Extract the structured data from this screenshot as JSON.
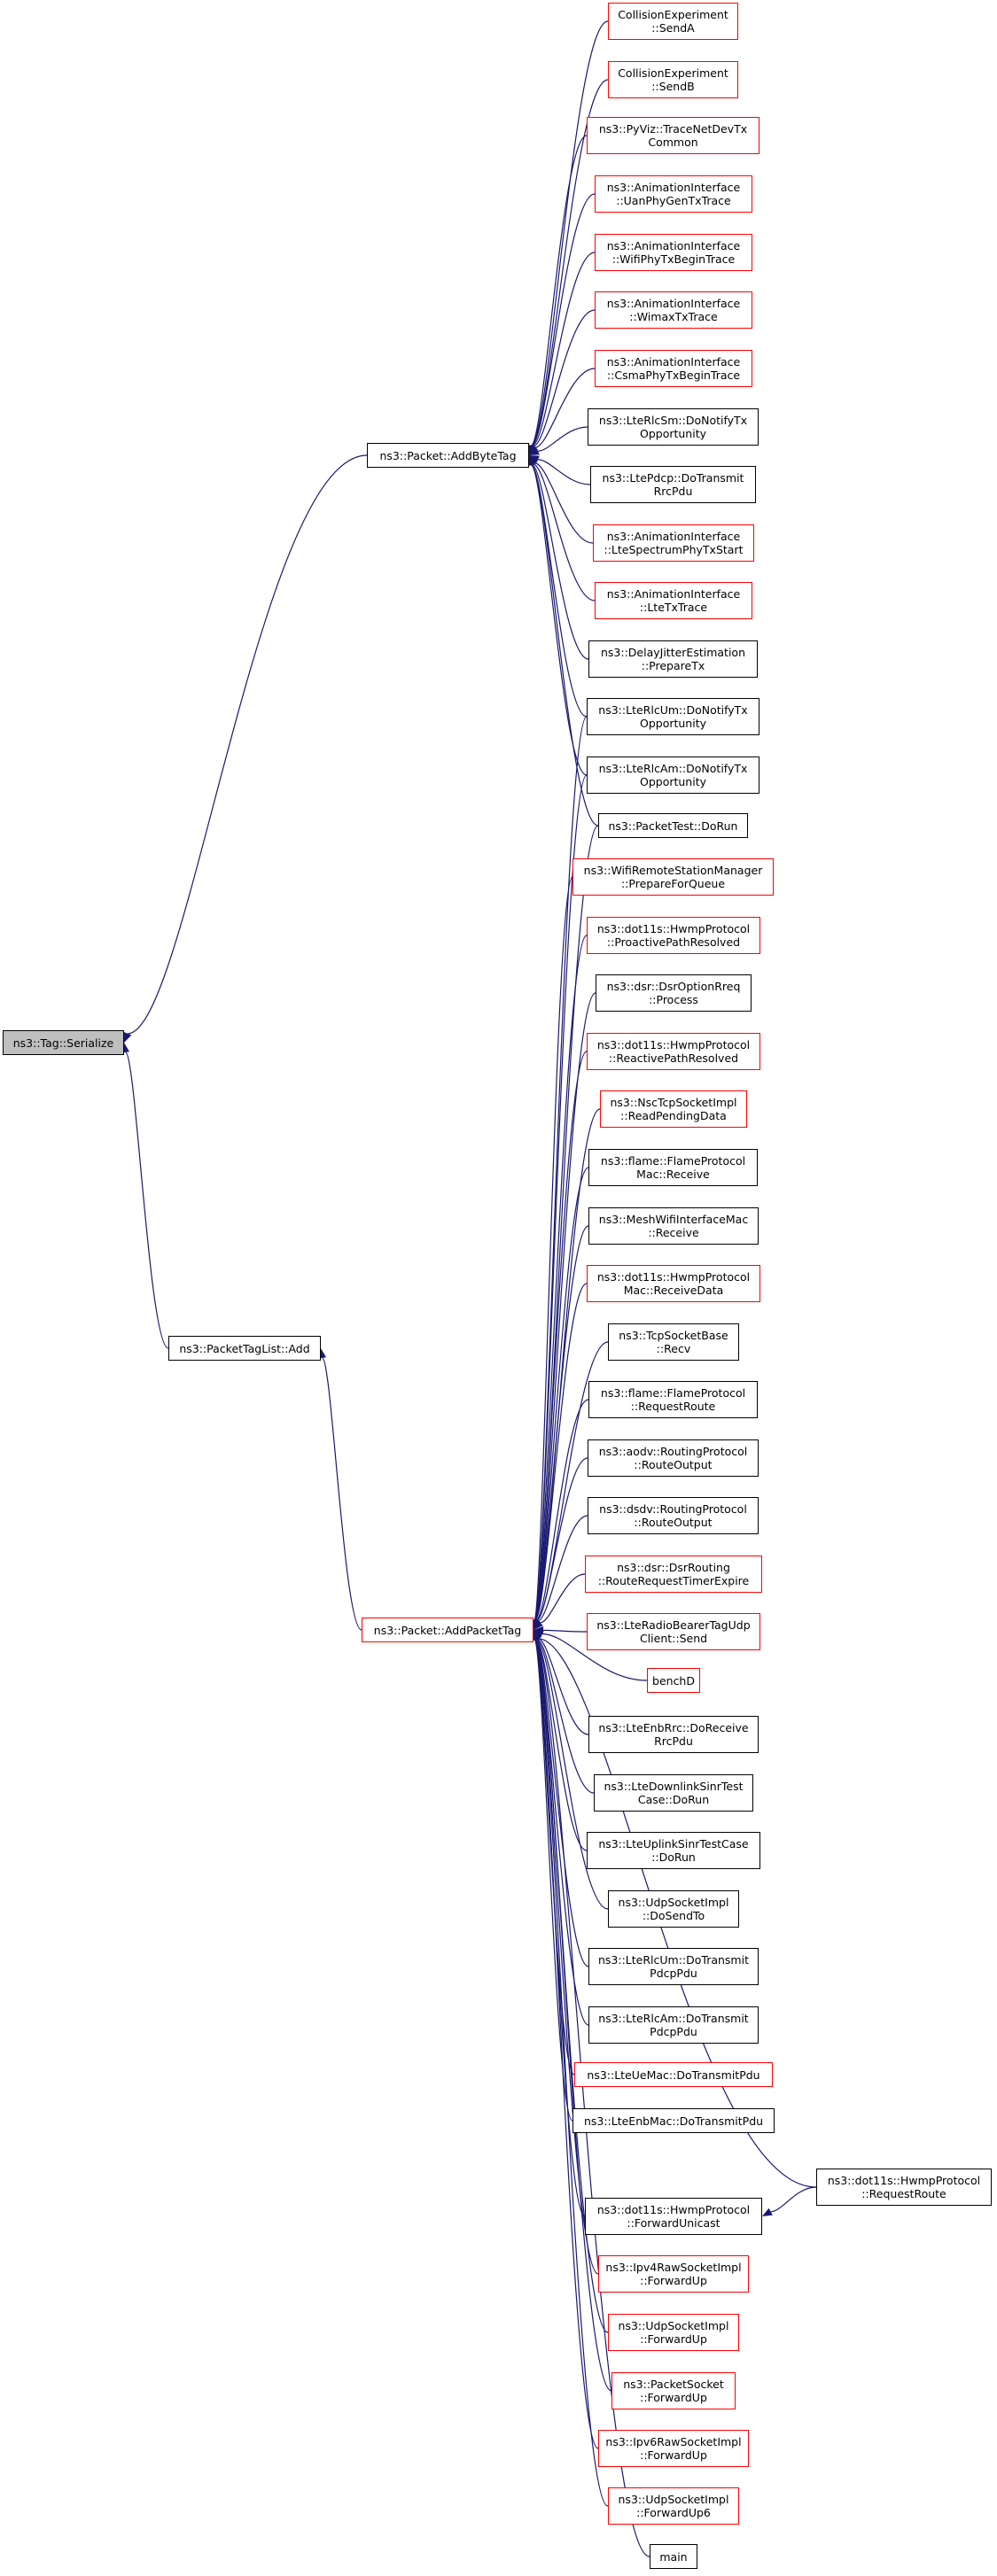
{
  "colors": {
    "edge": "#191970",
    "border_default": "#000000",
    "border_link": "#ff0000",
    "root_fill": "#bfbfbf"
  },
  "nodes": {
    "n_serialize": {
      "lines": [
        "ns3::Tag::Serialize"
      ],
      "border": "black",
      "root": true
    },
    "n_addbytetag": {
      "lines": [
        "ns3::Packet::AddByteTag"
      ],
      "border": "black"
    },
    "n_tagadd": {
      "lines": [
        "ns3::PacketTagList::Add"
      ],
      "border": "black"
    },
    "n_addpackettag": {
      "lines": [
        "ns3::Packet::AddPacketTag"
      ],
      "border": "red"
    },
    "a1": {
      "lines": [
        "CollisionExperiment",
        "::SendA"
      ],
      "border": "red"
    },
    "a2": {
      "lines": [
        "CollisionExperiment",
        "::SendB"
      ],
      "border": "red"
    },
    "a3": {
      "lines": [
        "ns3::PyViz::TraceNetDevTx",
        "Common"
      ],
      "border": "red"
    },
    "a4": {
      "lines": [
        "ns3::AnimationInterface",
        "::UanPhyGenTxTrace"
      ],
      "border": "red"
    },
    "a5": {
      "lines": [
        "ns3::AnimationInterface",
        "::WifiPhyTxBeginTrace"
      ],
      "border": "red"
    },
    "a6": {
      "lines": [
        "ns3::AnimationInterface",
        "::WimaxTxTrace"
      ],
      "border": "red"
    },
    "a7": {
      "lines": [
        "ns3::AnimationInterface",
        "::CsmaPhyTxBeginTrace"
      ],
      "border": "red"
    },
    "a8": {
      "lines": [
        "ns3::LteRlcSm::DoNotifyTx",
        "Opportunity"
      ],
      "border": "black"
    },
    "a9": {
      "lines": [
        "ns3::LtePdcp::DoTransmit",
        "RrcPdu"
      ],
      "border": "black"
    },
    "a10": {
      "lines": [
        "ns3::AnimationInterface",
        "::LteSpectrumPhyTxStart"
      ],
      "border": "red"
    },
    "a11": {
      "lines": [
        "ns3::AnimationInterface",
        "::LteTxTrace"
      ],
      "border": "red"
    },
    "a12": {
      "lines": [
        "ns3::DelayJitterEstimation",
        "::PrepareTx"
      ],
      "border": "black"
    },
    "a13": {
      "lines": [
        "ns3::LteRlcUm::DoNotifyTx",
        "Opportunity"
      ],
      "border": "black"
    },
    "a14": {
      "lines": [
        "ns3::LteRlcAm::DoNotifyTx",
        "Opportunity"
      ],
      "border": "black"
    },
    "a15": {
      "lines": [
        "ns3::PacketTest::DoRun"
      ],
      "border": "black"
    },
    "p1": {
      "lines": [
        "ns3::WifiRemoteStationManager",
        "::PrepareForQueue"
      ],
      "border": "red"
    },
    "p2": {
      "lines": [
        "ns3::dot11s::HwmpProtocol",
        "::ProactivePathResolved"
      ],
      "border": "red"
    },
    "p3": {
      "lines": [
        "ns3::dsr::DsrOptionRreq",
        "::Process"
      ],
      "border": "black"
    },
    "p4": {
      "lines": [
        "ns3::dot11s::HwmpProtocol",
        "::ReactivePathResolved"
      ],
      "border": "red"
    },
    "p5": {
      "lines": [
        "ns3::NscTcpSocketImpl",
        "::ReadPendingData"
      ],
      "border": "red"
    },
    "p6": {
      "lines": [
        "ns3::flame::FlameProtocol",
        "Mac::Receive"
      ],
      "border": "black"
    },
    "p7": {
      "lines": [
        "ns3::MeshWifiInterfaceMac",
        "::Receive"
      ],
      "border": "black"
    },
    "p8": {
      "lines": [
        "ns3::dot11s::HwmpProtocol",
        "Mac::ReceiveData"
      ],
      "border": "red"
    },
    "p9": {
      "lines": [
        "ns3::TcpSocketBase",
        "::Recv"
      ],
      "border": "black"
    },
    "p10": {
      "lines": [
        "ns3::flame::FlameProtocol",
        "::RequestRoute"
      ],
      "border": "black"
    },
    "p11": {
      "lines": [
        "ns3::aodv::RoutingProtocol",
        "::RouteOutput"
      ],
      "border": "black"
    },
    "p12": {
      "lines": [
        "ns3::dsdv::RoutingProtocol",
        "::RouteOutput"
      ],
      "border": "black"
    },
    "p13": {
      "lines": [
        "ns3::dsr::DsrRouting",
        "::RouteRequestTimerExpire"
      ],
      "border": "red"
    },
    "p14": {
      "lines": [
        "ns3::LteRadioBearerTagUdp",
        "Client::Send"
      ],
      "border": "red"
    },
    "p15": {
      "lines": [
        "benchD"
      ],
      "border": "red"
    },
    "p16": {
      "lines": [
        "ns3::LteEnbRrc::DoReceive",
        "RrcPdu"
      ],
      "border": "black"
    },
    "p17": {
      "lines": [
        "ns3::LteDownlinkSinrTest",
        "Case::DoRun"
      ],
      "border": "black"
    },
    "p18": {
      "lines": [
        "ns3::LteUplinkSinrTestCase",
        "::DoRun"
      ],
      "border": "black"
    },
    "p19": {
      "lines": [
        "ns3::UdpSocketImpl",
        "::DoSendTo"
      ],
      "border": "black"
    },
    "p20": {
      "lines": [
        "ns3::LteRlcUm::DoTransmit",
        "PdcpPdu"
      ],
      "border": "black"
    },
    "p21": {
      "lines": [
        "ns3::LteRlcAm::DoTransmit",
        "PdcpPdu"
      ],
      "border": "black"
    },
    "p22": {
      "lines": [
        "ns3::LteUeMac::DoTransmitPdu"
      ],
      "border": "red"
    },
    "p23": {
      "lines": [
        "ns3::LteEnbMac::DoTransmitPdu"
      ],
      "border": "black"
    },
    "p24": {
      "lines": [
        "ns3::dot11s::HwmpProtocol",
        "::ForwardUnicast"
      ],
      "border": "black"
    },
    "p25": {
      "lines": [
        "ns3::Ipv4RawSocketImpl",
        "::ForwardUp"
      ],
      "border": "red"
    },
    "p26": {
      "lines": [
        "ns3::UdpSocketImpl",
        "::ForwardUp"
      ],
      "border": "red"
    },
    "p27": {
      "lines": [
        "ns3::PacketSocket",
        "::ForwardUp"
      ],
      "border": "red"
    },
    "p28": {
      "lines": [
        "ns3::Ipv6RawSocketImpl",
        "::ForwardUp"
      ],
      "border": "red"
    },
    "p29": {
      "lines": [
        "ns3::UdpSocketImpl",
        "::ForwardUp6"
      ],
      "border": "red"
    },
    "p30": {
      "lines": [
        "main"
      ],
      "border": "black"
    },
    "r1": {
      "lines": [
        "ns3::dot11s::HwmpProtocol",
        "::RequestRoute"
      ],
      "border": "black"
    }
  },
  "edges": [
    [
      "n_addbytetag",
      "n_serialize"
    ],
    [
      "n_tagadd",
      "n_serialize"
    ],
    [
      "n_addpackettag",
      "n_tagadd"
    ],
    [
      "a1",
      "n_addbytetag"
    ],
    [
      "a2",
      "n_addbytetag"
    ],
    [
      "a3",
      "n_addbytetag"
    ],
    [
      "a4",
      "n_addbytetag"
    ],
    [
      "a5",
      "n_addbytetag"
    ],
    [
      "a6",
      "n_addbytetag"
    ],
    [
      "a7",
      "n_addbytetag"
    ],
    [
      "a8",
      "n_addbytetag"
    ],
    [
      "a9",
      "n_addbytetag"
    ],
    [
      "a10",
      "n_addbytetag"
    ],
    [
      "a11",
      "n_addbytetag"
    ],
    [
      "a12",
      "n_addbytetag"
    ],
    [
      "a13",
      "n_addbytetag"
    ],
    [
      "a14",
      "n_addbytetag"
    ],
    [
      "a15",
      "n_addbytetag"
    ],
    [
      "a13",
      "n_addpackettag"
    ],
    [
      "a14",
      "n_addpackettag"
    ],
    [
      "a15",
      "n_addpackettag"
    ],
    [
      "p1",
      "n_addpackettag"
    ],
    [
      "p2",
      "n_addpackettag"
    ],
    [
      "p3",
      "n_addpackettag"
    ],
    [
      "p4",
      "n_addpackettag"
    ],
    [
      "p5",
      "n_addpackettag"
    ],
    [
      "p6",
      "n_addpackettag"
    ],
    [
      "p7",
      "n_addpackettag"
    ],
    [
      "p8",
      "n_addpackettag"
    ],
    [
      "p9",
      "n_addpackettag"
    ],
    [
      "p10",
      "n_addpackettag"
    ],
    [
      "p11",
      "n_addpackettag"
    ],
    [
      "p12",
      "n_addpackettag"
    ],
    [
      "p13",
      "n_addpackettag"
    ],
    [
      "p14",
      "n_addpackettag"
    ],
    [
      "p15",
      "n_addpackettag"
    ],
    [
      "p16",
      "n_addpackettag"
    ],
    [
      "p17",
      "n_addpackettag"
    ],
    [
      "p18",
      "n_addpackettag"
    ],
    [
      "p19",
      "n_addpackettag"
    ],
    [
      "p20",
      "n_addpackettag"
    ],
    [
      "p21",
      "n_addpackettag"
    ],
    [
      "p22",
      "n_addpackettag"
    ],
    [
      "p23",
      "n_addpackettag"
    ],
    [
      "p24",
      "n_addpackettag"
    ],
    [
      "p25",
      "n_addpackettag"
    ],
    [
      "p26",
      "n_addpackettag"
    ],
    [
      "p27",
      "n_addpackettag"
    ],
    [
      "p28",
      "n_addpackettag"
    ],
    [
      "p29",
      "n_addpackettag"
    ],
    [
      "p30",
      "n_addpackettag"
    ],
    [
      "r1",
      "n_addpackettag"
    ],
    [
      "r1",
      "p24"
    ]
  ]
}
